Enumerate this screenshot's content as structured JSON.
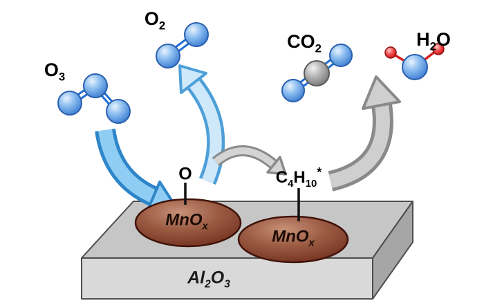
{
  "labels": {
    "o3": {
      "base": "O",
      "sub": "3"
    },
    "o2": {
      "base": "O",
      "sub": "2"
    },
    "co2": {
      "base": "CO",
      "sub": "2"
    },
    "h2o": {
      "part1": "H",
      "sub": "2",
      "part2": "O"
    },
    "c4h10": {
      "part1": "C",
      "sub1": "4",
      "part2": "H",
      "sub2": "10",
      "sup": "*"
    },
    "surface_o": "O",
    "mnox1": {
      "base": "MnO",
      "sub": "x"
    },
    "mnox2": {
      "base": "MnO",
      "sub": "x"
    },
    "al2o3": {
      "part1": "Al",
      "sub1": "2",
      "part2": "O",
      "sub2": "3"
    }
  },
  "arrows": [
    {
      "name": "o3-to-surface",
      "style": "blue"
    },
    {
      "name": "surface-to-o2",
      "style": "light-blue"
    },
    {
      "name": "o-to-c4h10",
      "style": "gray"
    },
    {
      "name": "c4h10-to-products",
      "style": "gray"
    }
  ],
  "colors": {
    "background": "#ffffff",
    "blue_arrow_fill": "#8fcdf4",
    "blue_arrow_outline": "#2e86c9",
    "light_blue_arrow_fill": "#cfe9fa",
    "light_blue_arrow_outline": "#4d9fd8",
    "gray_arrow_fill": "#cfcfcf",
    "gray_arrow_outline": "#8a8a8a",
    "oxygen_sphere_blue": "#4a8fe0",
    "carbon_sphere_gray": "#9a9a9a",
    "hydrogen_sphere_red": "#e02020",
    "bond_blue": "#1f6fd4",
    "bond_red": "#d42020",
    "mnox_ellipse_brown": "#8a4a38",
    "slab_top_gray": "#c6c6c6",
    "slab_front_gray": "#d9d9d9",
    "slab_side_gray": "#a6a6a6"
  }
}
